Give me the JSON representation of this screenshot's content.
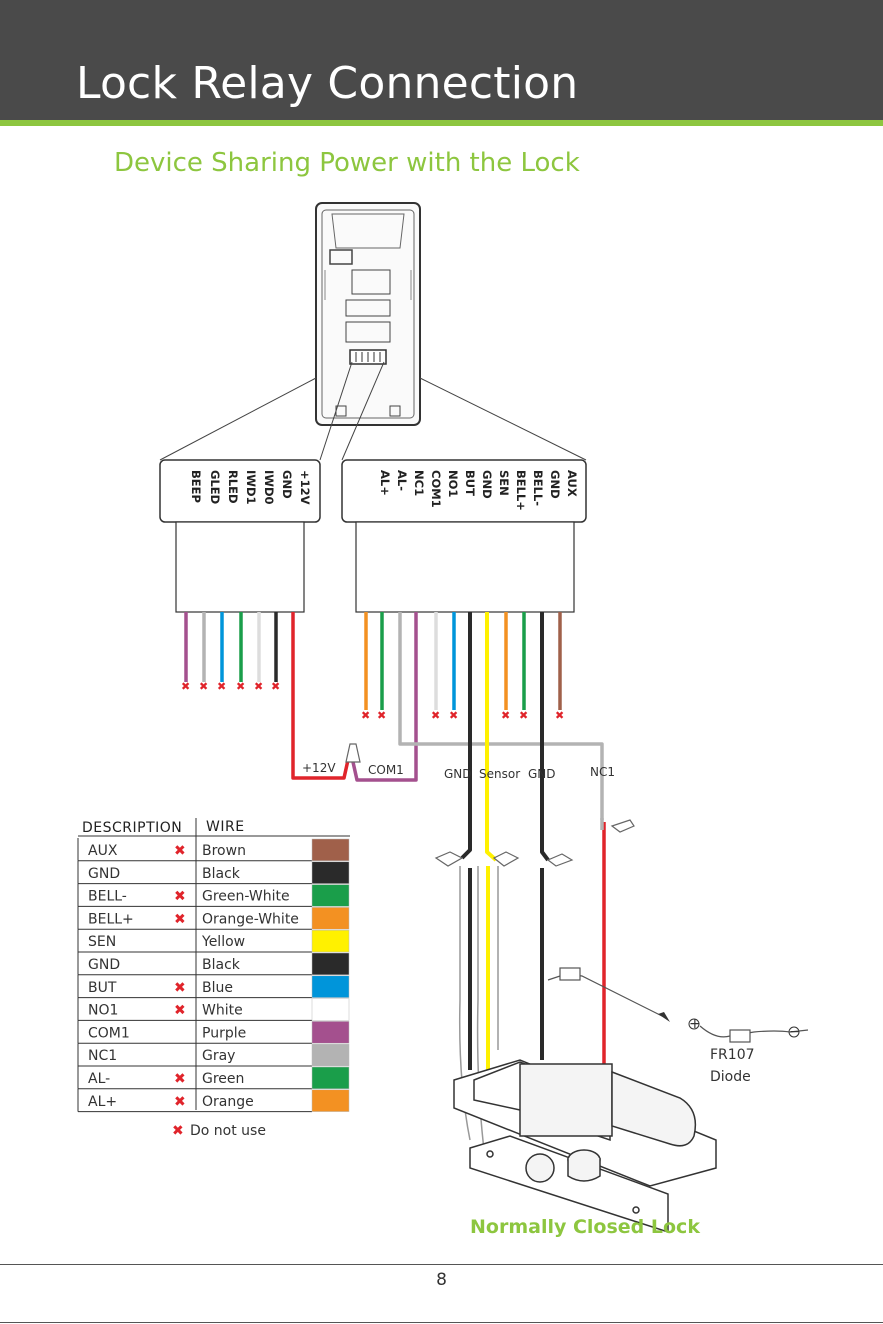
{
  "page": {
    "title": "Lock Relay Connection",
    "subtitle": "Device Sharing Power with the Lock",
    "page_number": "8"
  },
  "colors": {
    "header_bg": "#4a4a4a",
    "accent_green": "#8dc63f",
    "mark_red": "#e0242b"
  },
  "left_connector_pins": [
    "+12V",
    "GND",
    "IWD0",
    "IWD1",
    "RLED",
    "GLED",
    "BEEP"
  ],
  "right_connector_pins": [
    "AUX",
    "GND",
    "BELL-",
    "BELL+",
    "SEN",
    "GND",
    "BUT",
    "NO1",
    "COM1",
    "NC1",
    "AL-",
    "AL+"
  ],
  "wire_labels": {
    "plus12v": "+12V",
    "com1": "COM1",
    "gnd_left": "GND",
    "sensor": "Sensor",
    "gnd_right": "GND",
    "nc1": "NC1"
  },
  "table": {
    "header_description": "DESCRIPTION",
    "header_wire": "WIRE",
    "rows": [
      {
        "description": "AUX",
        "wire": "Brown",
        "not_used": true,
        "color": "#a0604a"
      },
      {
        "description": "GND",
        "wire": "Black",
        "not_used": false,
        "color": "#2a2a2a"
      },
      {
        "description": "BELL-",
        "wire": "Green-White",
        "not_used": true,
        "color": "#1a9e4a"
      },
      {
        "description": "BELL+",
        "wire": "Orange-White",
        "not_used": true,
        "color": "#f39122"
      },
      {
        "description": "SEN",
        "wire": "Yellow",
        "not_used": false,
        "color": "#fff100"
      },
      {
        "description": "GND",
        "wire": "Black",
        "not_used": false,
        "color": "#2a2a2a"
      },
      {
        "description": "BUT",
        "wire": "Blue",
        "not_used": true,
        "color": "#0095da"
      },
      {
        "description": "NO1",
        "wire": "White",
        "not_used": true,
        "color": "#ffffff"
      },
      {
        "description": "COM1",
        "wire": "Purple",
        "not_used": false,
        "color": "#a4508e"
      },
      {
        "description": "NC1",
        "wire": "Gray",
        "not_used": false,
        "color": "#b3b3b3"
      },
      {
        "description": "AL-",
        "wire": "Green",
        "not_used": true,
        "color": "#1a9e4a"
      },
      {
        "description": "AL+",
        "wire": "Orange",
        "not_used": true,
        "color": "#f39122"
      }
    ],
    "x_symbol": "✖",
    "legend": "Do not use"
  },
  "diode": {
    "name": "FR107",
    "type": "Diode",
    "plus": "+",
    "minus": "−"
  },
  "lock_label": "Normally Closed Lock"
}
